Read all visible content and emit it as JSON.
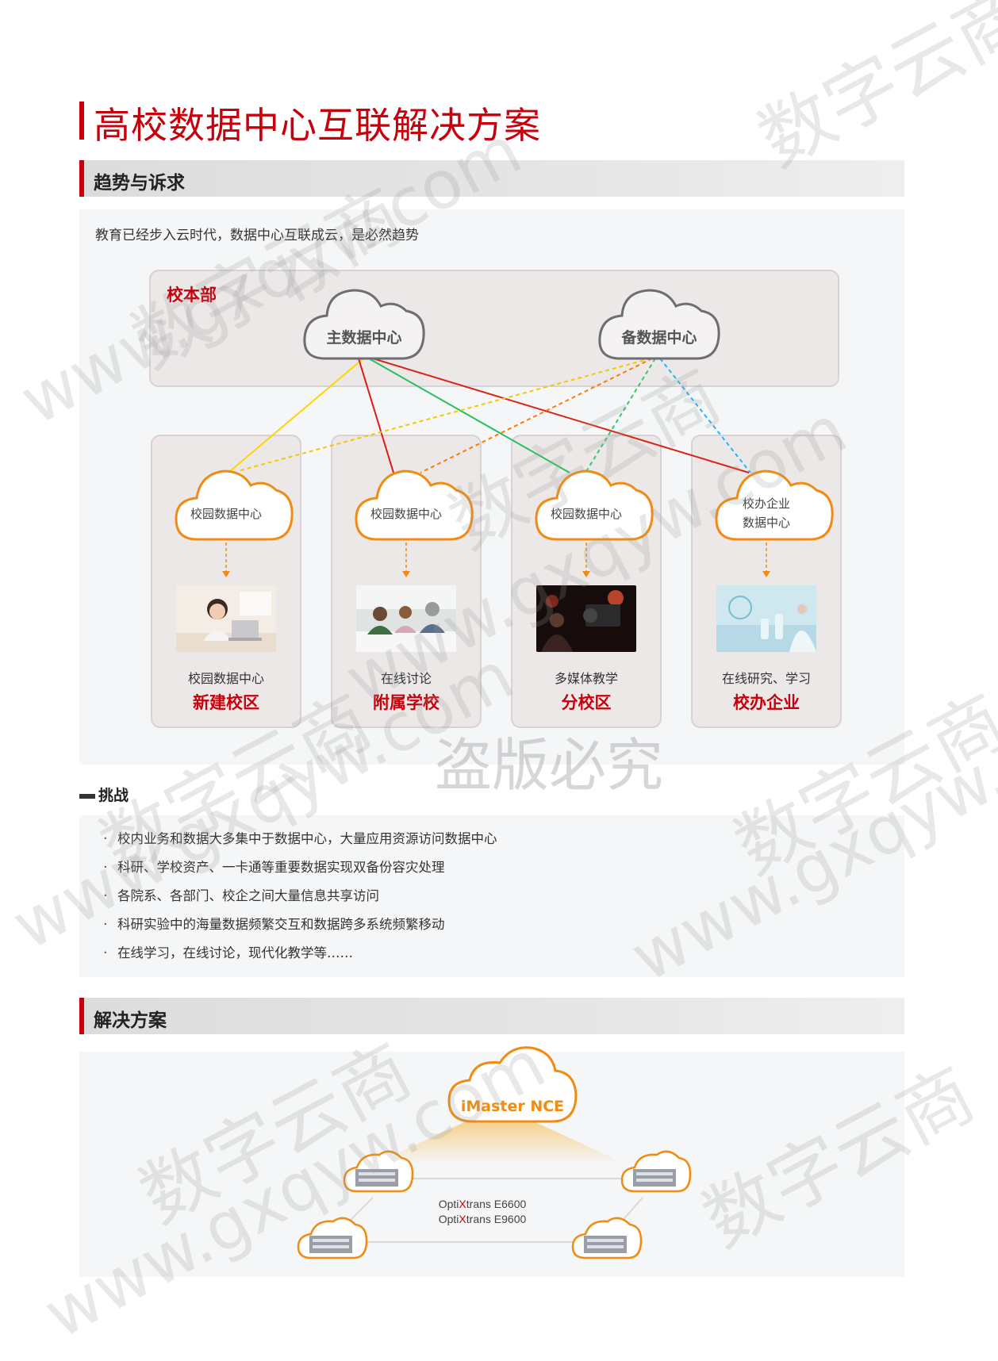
{
  "page": {
    "title": "高校数据中心互联解决方案",
    "accent_color": "#c7000b",
    "cloud_color": "#f08c14"
  },
  "sections": {
    "trend": "趋势与诉求",
    "challenge": "挑战",
    "solution": "解决方案"
  },
  "trend": {
    "intro": "教育已经步入云时代，数据中心互联成云，是必然趋势",
    "hq_label": "校本部",
    "primary_dc": "主数据中心",
    "backup_dc": "备数据中心",
    "campuses": [
      {
        "cloud": "校园数据中心",
        "subtitle": "校园数据中心",
        "name": "新建校区",
        "photo": "child-with-laptop-photo"
      },
      {
        "cloud": "校园数据中心",
        "subtitle": "在线讨论",
        "name": "附属学校",
        "photo": "students-discussion-photo"
      },
      {
        "cloud": "校园数据中心",
        "subtitle": "多媒体教学",
        "name": "分校区",
        "photo": "video-camera-studio-photo"
      },
      {
        "cloud_line1": "校办企业",
        "cloud_line2": "数据中心",
        "subtitle": "在线研究、学习",
        "name": "校办企业",
        "photo": "lab-research-photo"
      }
    ]
  },
  "challenges": [
    "校内业务和数据大多集中于数据中心，大量应用资源访问数据中心",
    "科研、学校资产、一卡通等重要数据实现双备份容灾处理",
    "各院系、各部门、校企之间大量信息共享访问",
    "科研实验中的海量数据频繁交互和数据跨多系统频繁移动",
    "在线学习，在线讨论，现代化教学等……"
  ],
  "solution": {
    "controller_prefix": "i",
    "controller": "Master NCE",
    "product1_pre": "Opti",
    "product1_mid": "X",
    "product1_post": "trans E6600",
    "product2_pre": "Opti",
    "product2_mid": "X",
    "product2_post": "trans E9600"
  },
  "watermarks": {
    "cn": "数字云商",
    "url": "www.gxqyw.com",
    "piracy": "盗版必究"
  }
}
